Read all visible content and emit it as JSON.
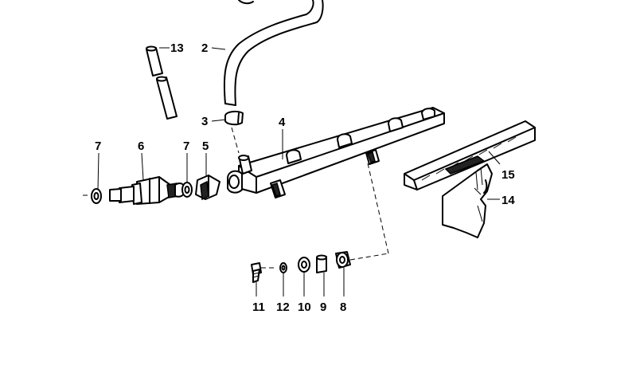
{
  "callouts": [
    {
      "id": "c13",
      "text": "13"
    },
    {
      "id": "c2",
      "text": "2"
    },
    {
      "id": "c3",
      "text": "3"
    },
    {
      "id": "c4",
      "text": "4"
    },
    {
      "id": "c7a",
      "text": "7"
    },
    {
      "id": "c6",
      "text": "6"
    },
    {
      "id": "c7b",
      "text": "7"
    },
    {
      "id": "c5",
      "text": "5"
    },
    {
      "id": "c15",
      "text": "15"
    },
    {
      "id": "c14",
      "text": "14"
    },
    {
      "id": "c11",
      "text": "11"
    },
    {
      "id": "c12",
      "text": "12"
    },
    {
      "id": "c10",
      "text": "10"
    },
    {
      "id": "c9",
      "text": "9"
    },
    {
      "id": "c8",
      "text": "8"
    }
  ]
}
